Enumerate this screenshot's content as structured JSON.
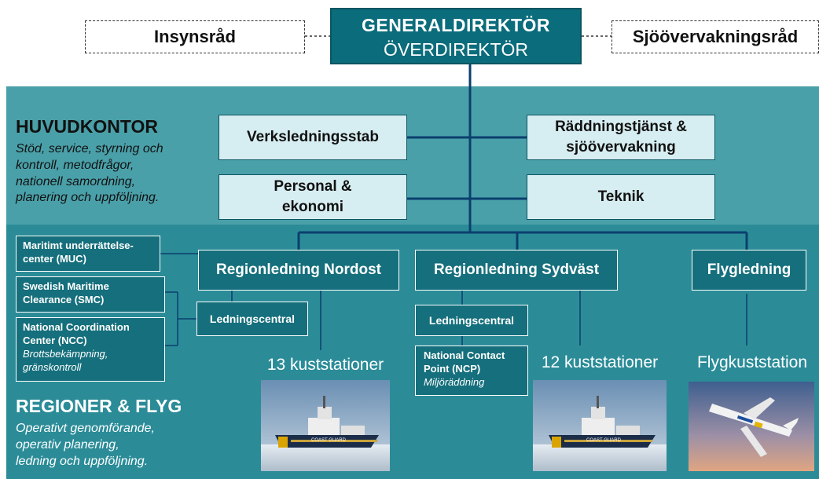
{
  "top": {
    "line1": "GENERALDIREKTÖR",
    "line2": "ÖVERDIREKTÖR",
    "left_council": "Insynsråd",
    "right_council": "Sjöövervakningsråd"
  },
  "hq": {
    "title": "HUVUDKONTOR",
    "desc_lines": [
      "Stöd, service, styrning och",
      "kontroll, metodfrågor,",
      "nationell samordning,",
      "planering och uppföljning."
    ],
    "boxes": [
      {
        "lines": [
          "Verksledningsstab"
        ]
      },
      {
        "lines": [
          "Räddningstjänst &",
          "sjöövervakning"
        ]
      },
      {
        "lines": [
          "Personal &",
          "ekonomi"
        ]
      },
      {
        "lines": [
          "Teknik"
        ]
      }
    ]
  },
  "regions": {
    "title": "REGIONER & FLYG",
    "desc_lines": [
      "Operativt genomförande,",
      "operativ planering,",
      "ledning och uppföljning."
    ],
    "nordost": "Regionledning Nordost",
    "sydvast": "Regionledning Sydväst",
    "flyg": "Flygledning",
    "ledningscentral_1": "Ledningscentral",
    "ledningscentral_2": "Ledningscentral",
    "stations_1": "13 kuststationer",
    "stations_2": "12 kuststationer",
    "flygkuststation": "Flygkuststation",
    "units": [
      {
        "lines": [
          "Maritimt underrättelse-",
          "center (MUC)"
        ]
      },
      {
        "lines": [
          "Swedish Maritime",
          "Clearance (SMC)"
        ]
      },
      {
        "lines": [
          "National Coordination",
          "Center (NCC)"
        ],
        "sub_lines": [
          "Brottsbekämpning,",
          "gränskontroll"
        ]
      }
    ],
    "ncp": {
      "lines": [
        "National Contact",
        "Point (NCP)"
      ],
      "sub_lines": [
        "Miljöräddning"
      ]
    }
  },
  "photos": {
    "ship_label": "COAST GUARD"
  },
  "colors": {
    "dark_teal": "#0b6c7b",
    "mid_teal": "#2b8c98",
    "light_teal": "#4aa0a9",
    "pale_box": "#d6edf1",
    "connector": "#0b3f6e"
  }
}
